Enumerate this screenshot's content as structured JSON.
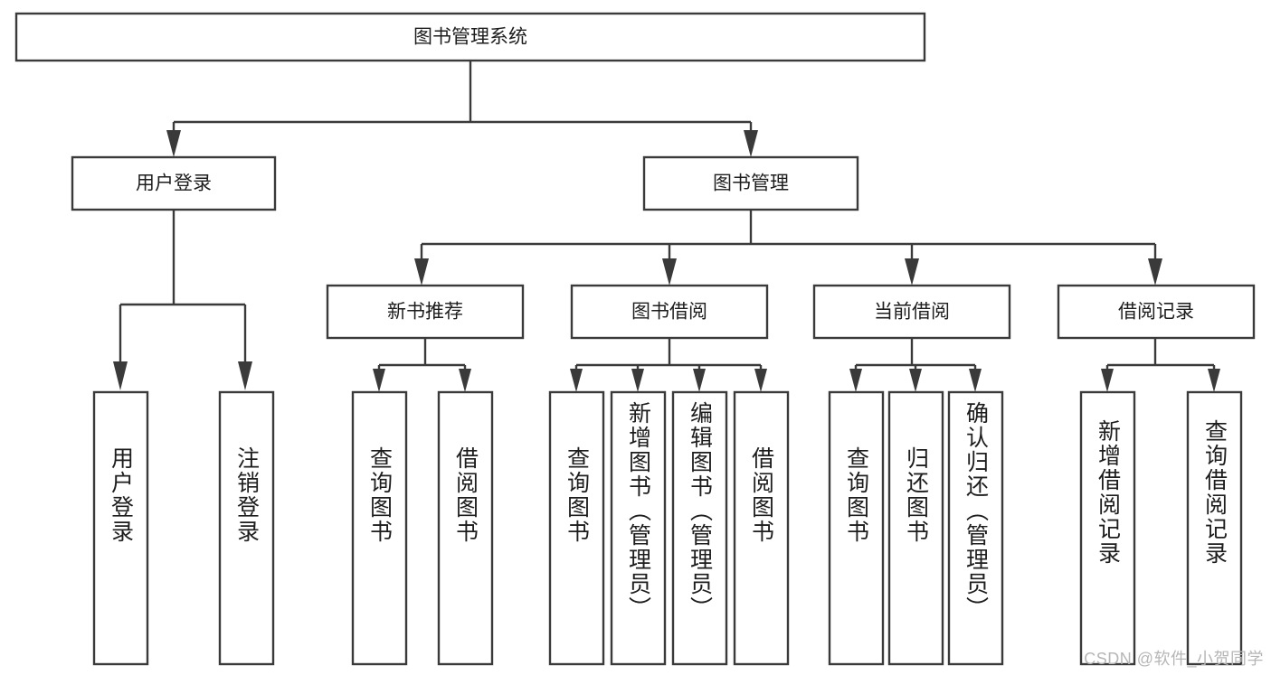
{
  "diagram": {
    "type": "tree-hierarchy-chart",
    "title": "图书管理系统",
    "orientation": "top-down",
    "box_stroke_color": "#3a3a3a",
    "box_fill_color": "#ffffff",
    "text_color": "#1d1d1d",
    "root": {
      "label": "图书管理系统"
    },
    "level2": [
      {
        "label": "用户登录"
      },
      {
        "label": "图书管理"
      }
    ],
    "level3": [
      {
        "label": "新书推荐",
        "parent": "图书管理"
      },
      {
        "label": "图书借阅",
        "parent": "图书管理"
      },
      {
        "label": "当前借阅",
        "parent": "图书管理"
      },
      {
        "label": "借阅记录",
        "parent": "图书管理"
      }
    ],
    "leaves": [
      {
        "label": "用户登录",
        "parent": "用户登录"
      },
      {
        "label": "注销登录",
        "parent": "用户登录"
      },
      {
        "label": "查询图书",
        "parent": "新书推荐"
      },
      {
        "label": "借阅图书",
        "parent": "新书推荐"
      },
      {
        "label": "查询图书",
        "parent": "图书借阅"
      },
      {
        "label": "新增图书（管理员）",
        "parent": "图书借阅"
      },
      {
        "label": "编辑图书（管理员）",
        "parent": "图书借阅"
      },
      {
        "label": "借阅图书",
        "parent": "图书借阅"
      },
      {
        "label": "查询图书",
        "parent": "当前借阅"
      },
      {
        "label": "归还图书",
        "parent": "当前借阅"
      },
      {
        "label": "确认归还（管理员）",
        "parent": "当前借阅"
      },
      {
        "label": "新增借阅记录",
        "parent": "借阅记录"
      },
      {
        "label": "查询借阅记录",
        "parent": "借阅记录"
      }
    ]
  },
  "watermark": {
    "text": "CSDN @软件_小贺同学"
  }
}
